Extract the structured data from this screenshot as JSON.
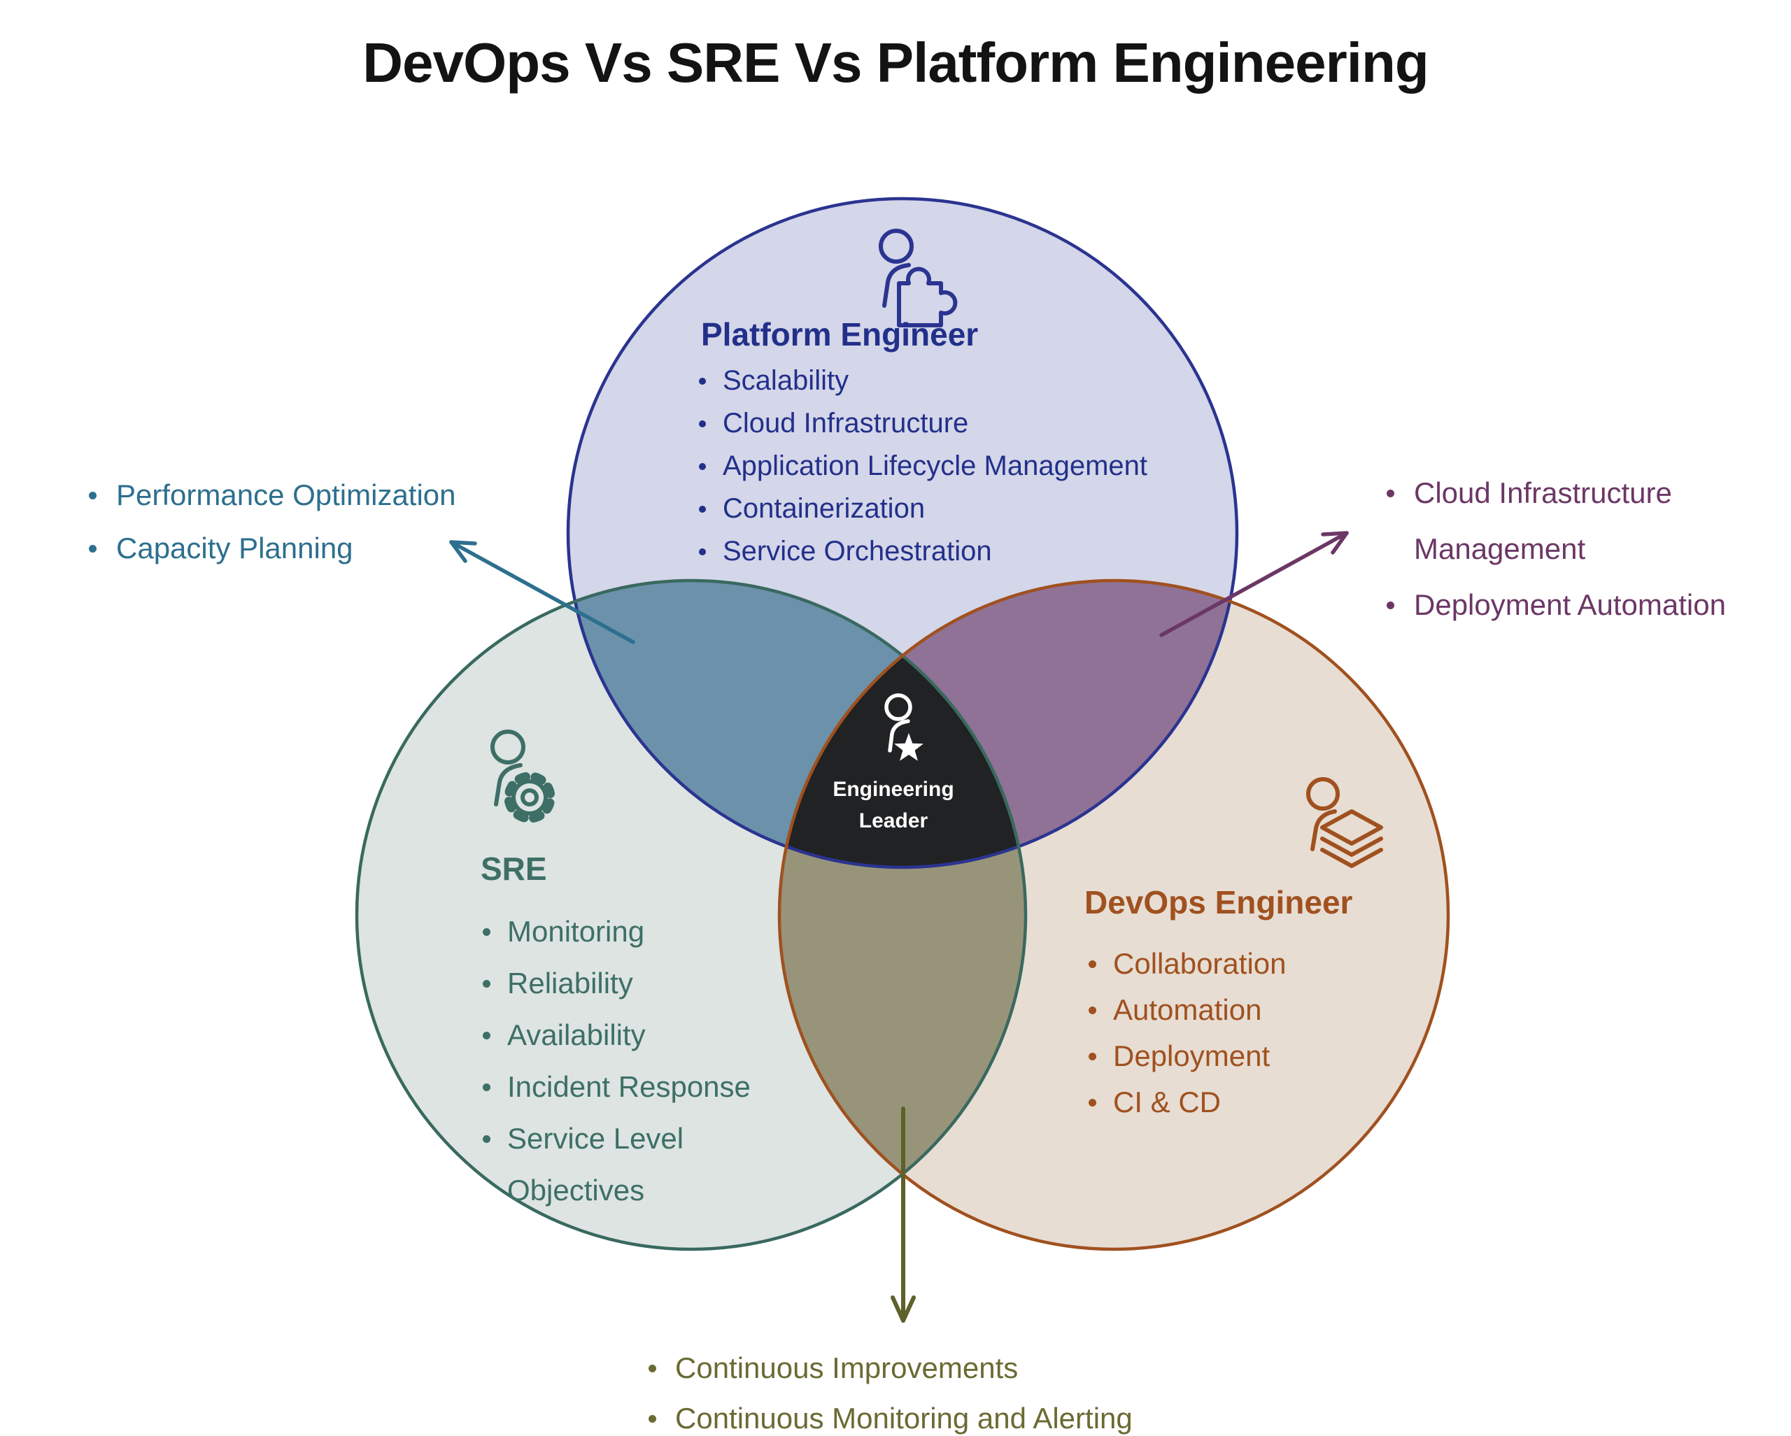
{
  "title": "DevOps Vs SRE Vs Platform Engineering",
  "platform": {
    "heading": "Platform Engineer",
    "items": [
      "Scalability",
      "Cloud Infrastructure",
      "Application Lifecycle Management",
      "Containerization",
      "Service Orchestration"
    ]
  },
  "sre": {
    "heading": "SRE",
    "items": [
      "Monitoring",
      "Reliability",
      "Availability",
      "Incident Response",
      "Service Level Objectives"
    ]
  },
  "devops": {
    "heading": "DevOps Engineer",
    "items": [
      "Collaboration",
      "Automation",
      "Deployment",
      "CI & CD"
    ]
  },
  "center": {
    "line1": "Engineering",
    "line2": "Leader"
  },
  "sre_platform_overlap": {
    "items": [
      "Performance Optimization",
      "Capacity Planning"
    ]
  },
  "platform_devops_overlap": {
    "item1_line1": "Cloud Infrastructure",
    "item1_line2": "Management",
    "item2": "Deployment Automation"
  },
  "sre_devops_overlap": {
    "items": [
      "Continuous Improvements",
      "Continuous Monitoring and Alerting"
    ]
  },
  "icons": {
    "platform": "person-with-puzzle-icon",
    "sre": "person-with-gear-icon",
    "devops": "person-with-layers-icon",
    "center": "person-with-star-icon"
  },
  "colors": {
    "platform_fill": "#d4d6e9",
    "platform_stroke": "#2b3490",
    "sre_fill": "#dde4e2",
    "sre_stroke": "#39695f",
    "devops_fill": "#e7ddd3",
    "devops_stroke": "#a0511f",
    "sre_platform_lens": "#6c91ab",
    "platform_devops_lens": "#8f7296",
    "sre_devops_lens": "#98947a",
    "center_region": "#202224",
    "left_annotation": "#2d6f8e",
    "right_annotation": "#6b3765",
    "bottom_annotation": "#6a6a33",
    "title_color": "#131313"
  }
}
